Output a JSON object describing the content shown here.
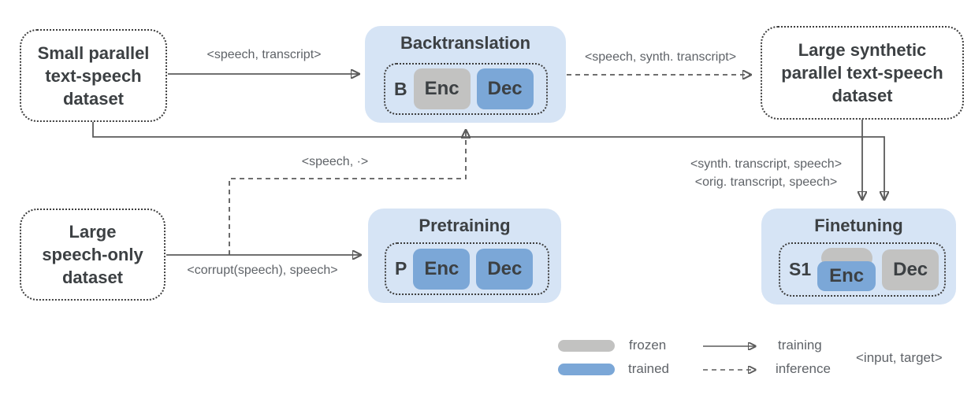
{
  "colors": {
    "container_blue": "#d6e4f5",
    "trained_blue": "#7ba7d7",
    "frozen_gray": "#c2c2c1",
    "ink": "#3c4043",
    "muted": "#5f6368",
    "line": "#5b5b5b"
  },
  "datasets": {
    "small_parallel": "Small parallel\ntext-speech\ndataset",
    "large_synthetic": "Large synthetic\nparallel text-speech\ndataset",
    "speech_only": "Large\nspeech-only\ndataset"
  },
  "stages": {
    "backtranslation": {
      "title": "Backtranslation",
      "tag": "B",
      "enc": "Enc",
      "dec": "Dec"
    },
    "pretraining": {
      "title": "Pretraining",
      "tag": "P",
      "enc": "Enc",
      "dec": "Dec"
    },
    "finetuning": {
      "title": "Finetuning",
      "tag": "S1",
      "enc": "Enc",
      "dec": "Dec"
    }
  },
  "edge_labels": {
    "speech_transcript": "<speech, transcript>",
    "speech_synth_transcript": "<speech, synth. transcript>",
    "speech_dot": "<speech, ·>",
    "corrupt_speech": "<corrupt(speech), speech>",
    "finetune_pairs": "<synth. transcript, speech>\n<orig. transcript, speech>"
  },
  "legend": {
    "frozen": "frozen",
    "trained": "trained",
    "training": "training",
    "inference": "inference",
    "tuple_format": "<input, target>"
  }
}
